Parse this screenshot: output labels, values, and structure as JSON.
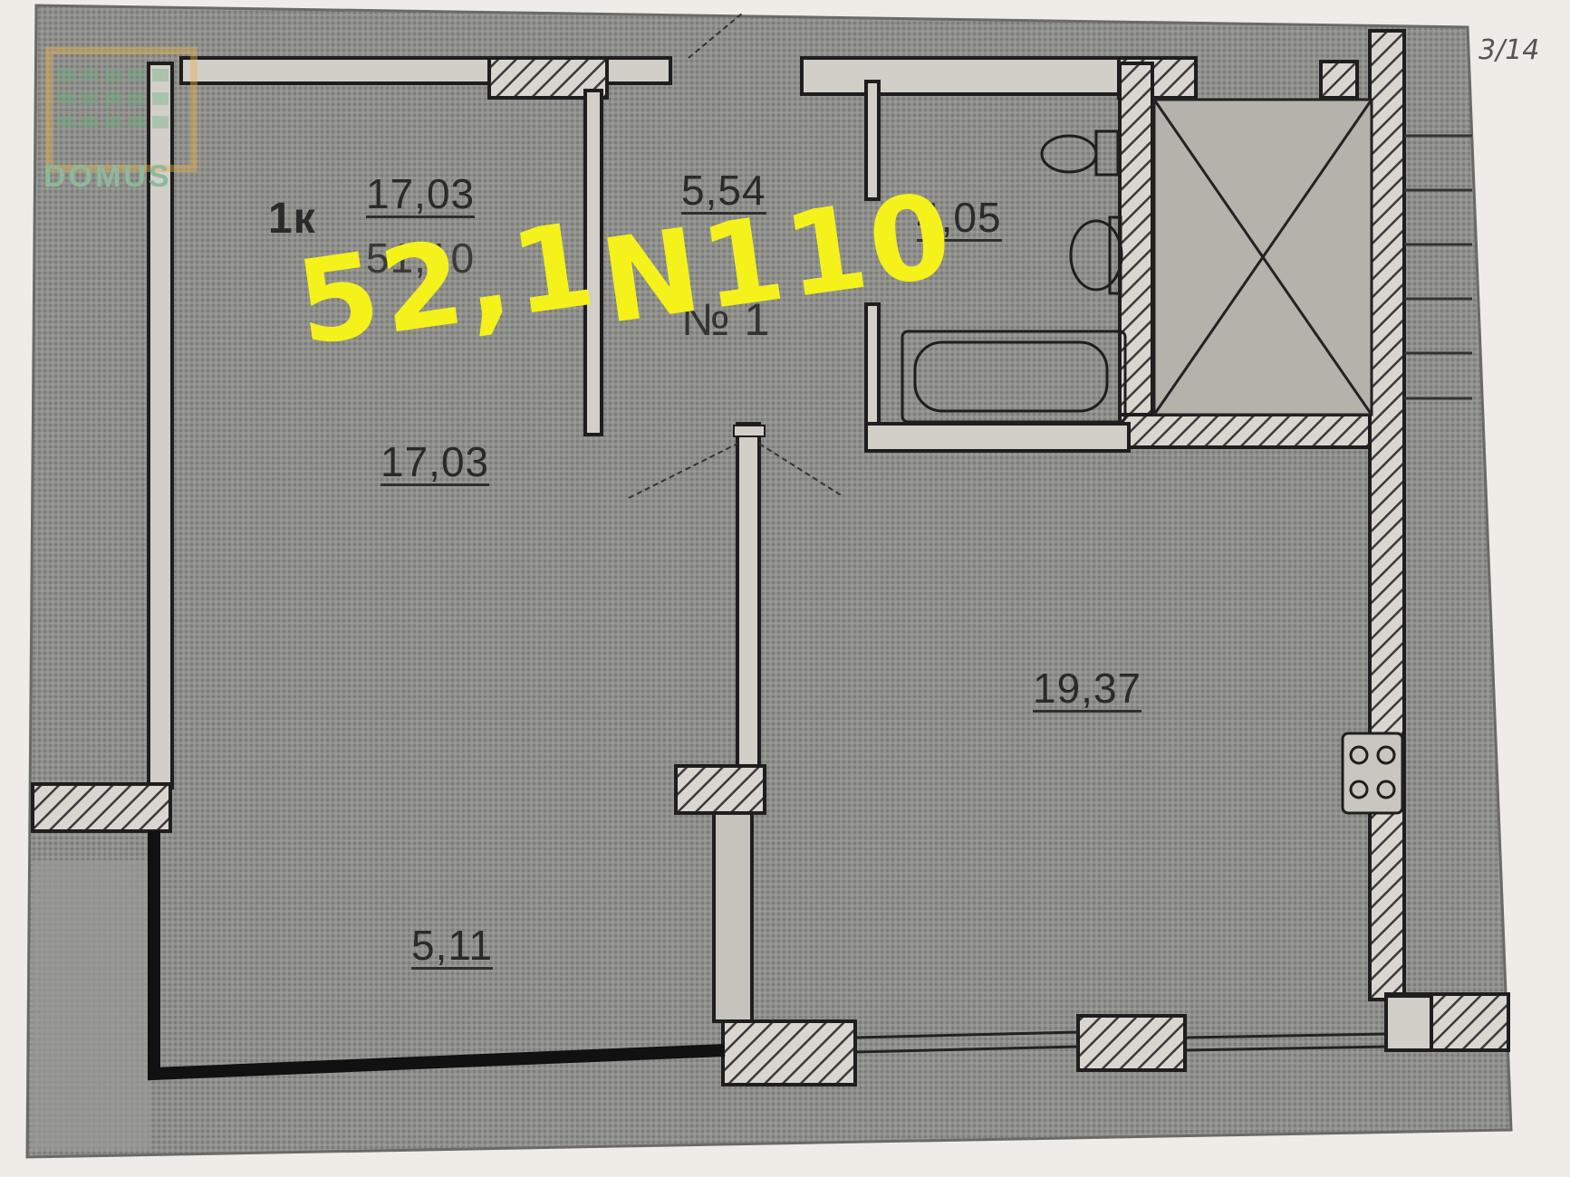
{
  "plan": {
    "rooms_label": "1к",
    "total_area_top": "17,03",
    "total_area_sub": "51,10",
    "number_label": "№ 1",
    "sheet_note": "3/14"
  },
  "areas": {
    "room": "17,03",
    "corridor": "5,54",
    "bathroom": "4,05",
    "kitchen": "19,37",
    "balcony": "5,11"
  },
  "annotations": {
    "area_total": "52,1",
    "apartment_no": "N110"
  },
  "logo": {
    "text": "DOMUS"
  }
}
